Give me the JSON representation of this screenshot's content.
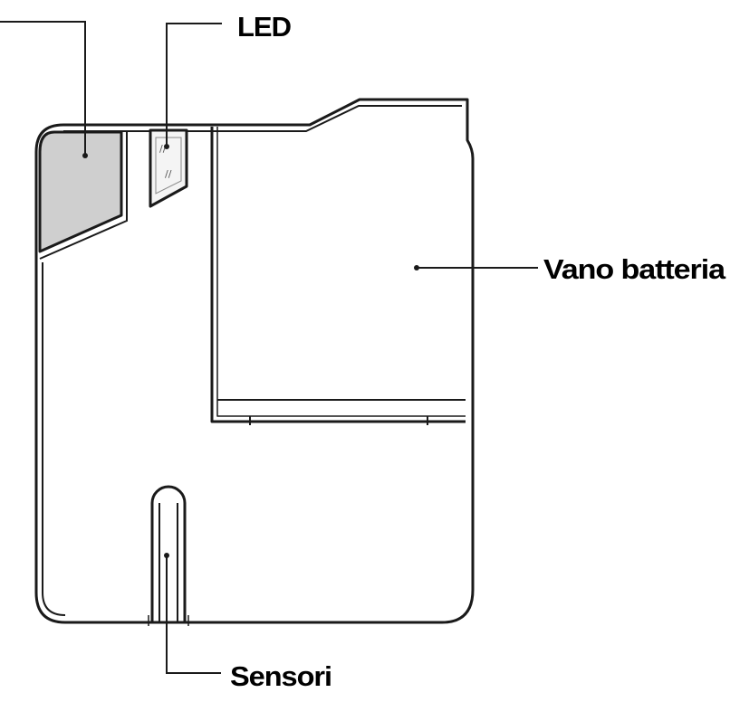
{
  "diagram": {
    "labels": {
      "led": "LED",
      "battery": "Vano batteria",
      "sensors": "Sensori"
    },
    "colors": {
      "outline": "#1a1a1a",
      "button_fill": "#cfcfcf",
      "background": "#ffffff"
    },
    "icons": {
      "led_window": "led-icon",
      "button_pad": "button-icon"
    }
  }
}
